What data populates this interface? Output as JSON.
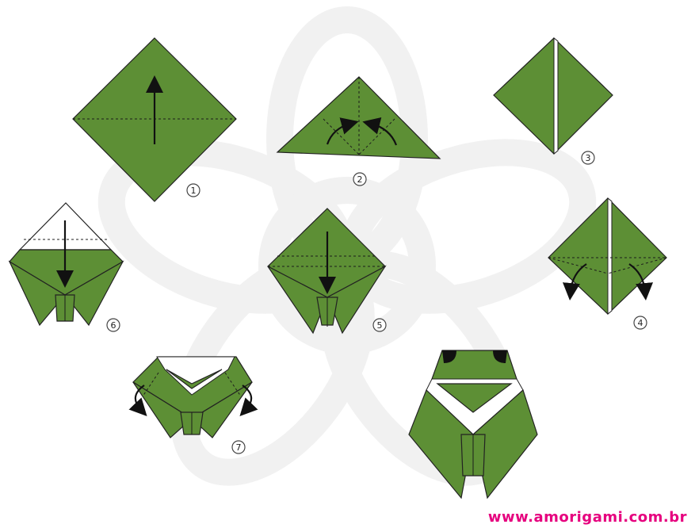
{
  "colors": {
    "paper_green": "#5d8f35",
    "paper_white": "#ffffff",
    "line": "#222222",
    "arrow": "#111111",
    "watermark": "#f1f1f1",
    "credit": "#e6007e",
    "number_stroke": "#444444"
  },
  "steps": [
    {
      "number": "1"
    },
    {
      "number": "2"
    },
    {
      "number": "3"
    },
    {
      "number": "4"
    },
    {
      "number": "5"
    },
    {
      "number": "6"
    },
    {
      "number": "7"
    }
  ],
  "credit": "www.amorigami.com.br",
  "watermark_icon": "flower-logo-icon"
}
